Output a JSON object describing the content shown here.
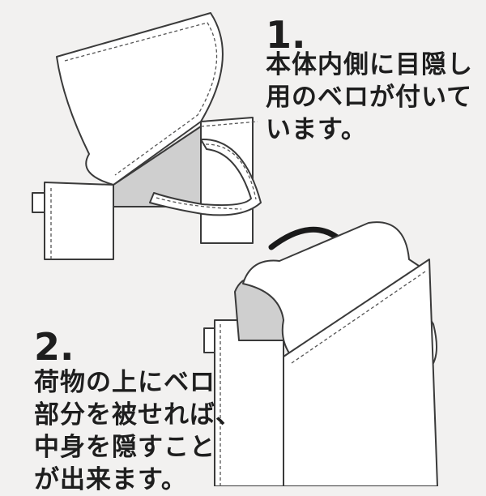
{
  "colors": {
    "background": "#f2f1f0",
    "paper": "#ffffff",
    "outline": "#3a3a3a",
    "stitch": "#555555",
    "flap_gray": "#cfcfcf",
    "arrow": "#1a1a1a"
  },
  "step1": {
    "number": "1.",
    "lines": [
      "本体内側に目隠し",
      "用のベロが付いて",
      "います。"
    ]
  },
  "step2": {
    "number": "2.",
    "lines": [
      "荷物の上にベロ",
      "部分を被せれば、",
      "中身を隠すこと",
      "が出来ます。"
    ]
  }
}
